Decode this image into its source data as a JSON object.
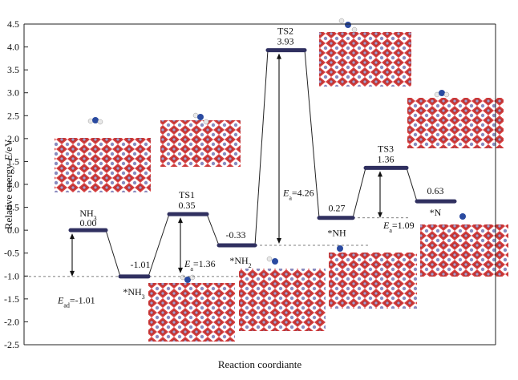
{
  "chart_data": {
    "type": "line",
    "title": "",
    "xlabel": "Reaction coordiante",
    "ylabel_main": "Relative energy",
    "ylabel_sym": "E",
    "ylabel_unit": "/eV",
    "ylim": [
      -2.5,
      4.5
    ],
    "yticks": [
      "4.5",
      "4.0",
      "3.5",
      "3.0",
      "2.5",
      "2.0",
      "1.5",
      "1.0",
      "0.5",
      "0.0",
      "-0.5",
      "-1.0",
      "-1.5",
      "-2.0",
      "-2.5"
    ],
    "grid": false,
    "states": [
      {
        "name": "NH3",
        "sub": "3",
        "value": 0.0,
        "value_label": "0.00"
      },
      {
        "name": "*NH3",
        "sub": "3",
        "value": -1.01,
        "value_label": "-1.01"
      },
      {
        "name": "TS1",
        "sub": "",
        "value": 0.35,
        "value_label": "0.35"
      },
      {
        "name": "*NH2",
        "sub": "2",
        "value": -0.33,
        "value_label": "-0.33"
      },
      {
        "name": "TS2",
        "sub": "",
        "value": 3.93,
        "value_label": "3.93"
      },
      {
        "name": "*NH",
        "sub": "",
        "value": 0.27,
        "value_label": "0.27"
      },
      {
        "name": "TS3",
        "sub": "",
        "value": 1.36,
        "value_label": "1.36"
      },
      {
        "name": "*N",
        "sub": "",
        "value": 0.63,
        "value_label": "0.63"
      }
    ],
    "annotations": [
      {
        "sym": "E",
        "sub": "ad",
        "text": "=-1.01",
        "value": -1.01
      },
      {
        "sym": "E",
        "sub": "a",
        "text": "=1.36",
        "value": 1.36
      },
      {
        "sym": "E",
        "sub": "a",
        "text": "=4.26",
        "value": 4.26
      },
      {
        "sym": "E",
        "sub": "a",
        "text": "=1.09",
        "value": 1.09
      }
    ],
    "colors": {
      "level": "#303060",
      "slab_red": "#d63030",
      "slab_purple": "#8080b8",
      "atom_blue": "#2a4aa0",
      "atom_white": "#e8e8e8"
    }
  }
}
